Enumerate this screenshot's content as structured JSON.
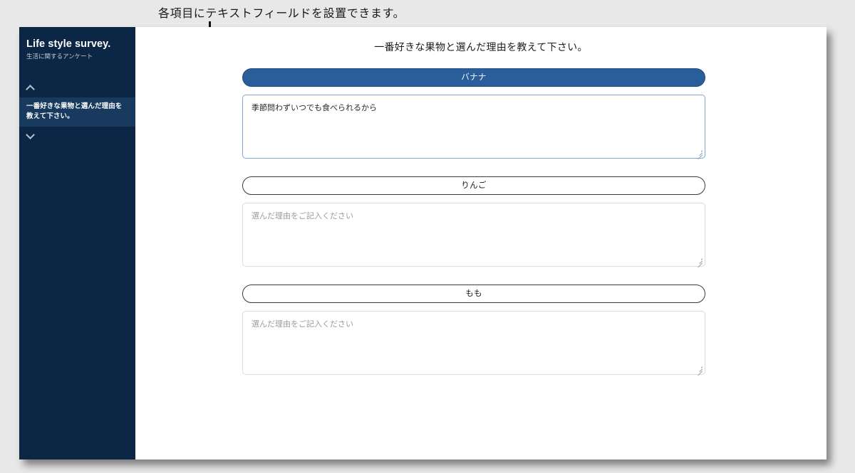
{
  "annotation": {
    "caption": "各項目にテキストフィールドを設置できます。"
  },
  "sidebar": {
    "brand_title": "Life style survey.",
    "brand_subtitle": "生活に関するアンケート",
    "collapse_icon": "chevron-up-icon",
    "expand_icon": "chevron-down-icon",
    "items": [
      {
        "label": "一番好きな果物と選んだ理由を教えて下さい。",
        "active": true
      }
    ]
  },
  "main": {
    "heading": "一番好きな果物と選んだ理由を教えて下さい。",
    "placeholder_default": "選んだ理由をご記入ください",
    "options": [
      {
        "label": "バナナ",
        "selected": true,
        "reason_value": "季節問わずいつでも食べられるから",
        "reason_placeholder": "選んだ理由をご記入ください"
      },
      {
        "label": "りんご",
        "selected": false,
        "reason_value": "",
        "reason_placeholder": "選んだ理由をご記入ください"
      },
      {
        "label": "もも",
        "selected": false,
        "reason_value": "",
        "reason_placeholder": "選んだ理由をご記入ください"
      }
    ]
  },
  "colors": {
    "sidebar_bg": "#0b2745",
    "sidebar_active": "#173a5e",
    "selected_button": "#2a5e9b",
    "focused_border": "#7aa7d8",
    "page_bg": "#e8e8e8"
  }
}
